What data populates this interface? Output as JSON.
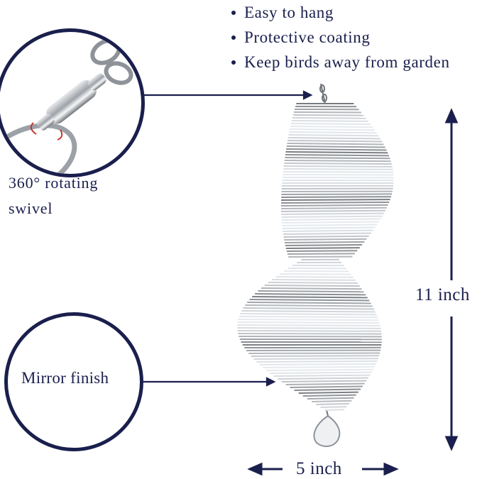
{
  "features": [
    "Easy to hang",
    "Protective coating",
    "Keep birds away from garden"
  ],
  "callouts": {
    "swivel_line1": "360° rotating",
    "swivel_line2": "swivel",
    "mirror": "Mirror finish"
  },
  "dimensions": {
    "height": "11 inch",
    "width": "5 inch"
  },
  "colors": {
    "navy": "#1a1f4d",
    "steel": "#a9adb2"
  },
  "icons": [
    "swivel-closeup-image",
    "rotation-arrows-icon",
    "spiral-wind-spinner-image",
    "arrow-icon"
  ]
}
